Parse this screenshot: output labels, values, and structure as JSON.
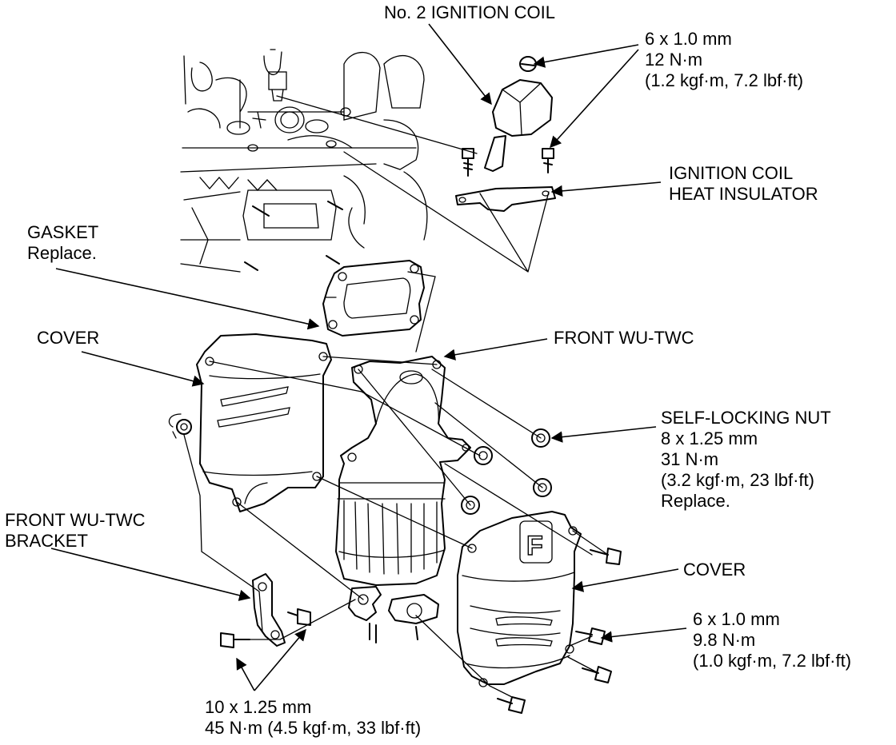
{
  "labels": {
    "ignition_coil": "No. 2 IGNITION COIL",
    "coil_bolt": [
      "6 x 1.0 mm",
      "12 N·m",
      "(1.2 kgf·m, 7.2 lbf·ft)"
    ],
    "heat_insulator": [
      "IGNITION COIL",
      "HEAT INSULATOR"
    ],
    "gasket": [
      "GASKET",
      "Replace."
    ],
    "cover_left": "COVER",
    "front_wu_twc": "FRONT WU-TWC",
    "self_locking_nut": [
      "SELF-LOCKING NUT",
      "8 x 1.25 mm",
      "31 N·m",
      "(3.2 kgf·m, 23 lbf·ft)",
      "Replace."
    ],
    "bracket": [
      "FRONT WU-TWC",
      "BRACKET"
    ],
    "cover_right": "COVER",
    "cover_bolt": [
      "6 x 1.0 mm",
      "9.8 N·m",
      "(1.0 kgf·m, 7.2 lbf·ft)"
    ],
    "bracket_bolt": [
      "10 x 1.25 mm",
      "45 N·m (4.5 kgf·m, 33 lbf·ft)"
    ]
  },
  "logo_letter": "F"
}
